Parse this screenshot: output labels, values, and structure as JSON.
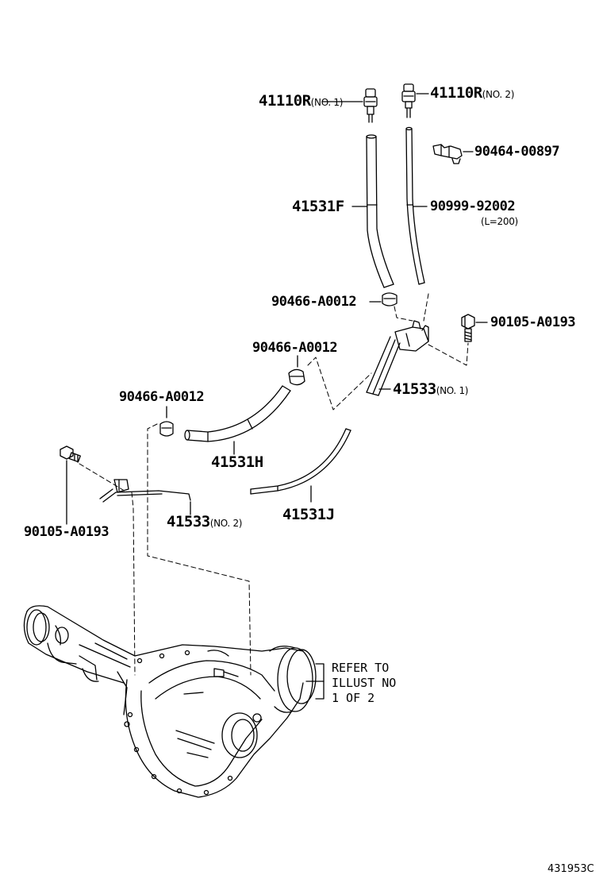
{
  "diagram": {
    "labels": {
      "p41110r_no1": {
        "part": "41110R",
        "note": "(NO. 1)"
      },
      "p41110r_no2": {
        "part": "41110R",
        "note": "(NO. 2)"
      },
      "p90464": {
        "part": "90464-00897"
      },
      "p41531f": {
        "part": "41531F"
      },
      "p90999": {
        "part": "90999-92002",
        "note": "(L=200)"
      },
      "p90466_a": {
        "part": "90466-A0012"
      },
      "p90105_a": {
        "part": "90105-A0193"
      },
      "p90466_b": {
        "part": "90466-A0012"
      },
      "p41533_no1": {
        "part": "41533",
        "note": "(NO. 1)"
      },
      "p90466_c": {
        "part": "90466-A0012"
      },
      "p41531h": {
        "part": "41531H"
      },
      "p90105_b": {
        "part": "90105-A0193"
      },
      "p41533_no2": {
        "part": "41533",
        "note": "(NO. 2)"
      },
      "p41531j": {
        "part": "41531J"
      },
      "refer": {
        "text": "REFER TO\nILLUST NO\n1 OF 2"
      }
    },
    "illustration_number": "431953C",
    "line_color": "#000000",
    "background_color": "#ffffff"
  }
}
